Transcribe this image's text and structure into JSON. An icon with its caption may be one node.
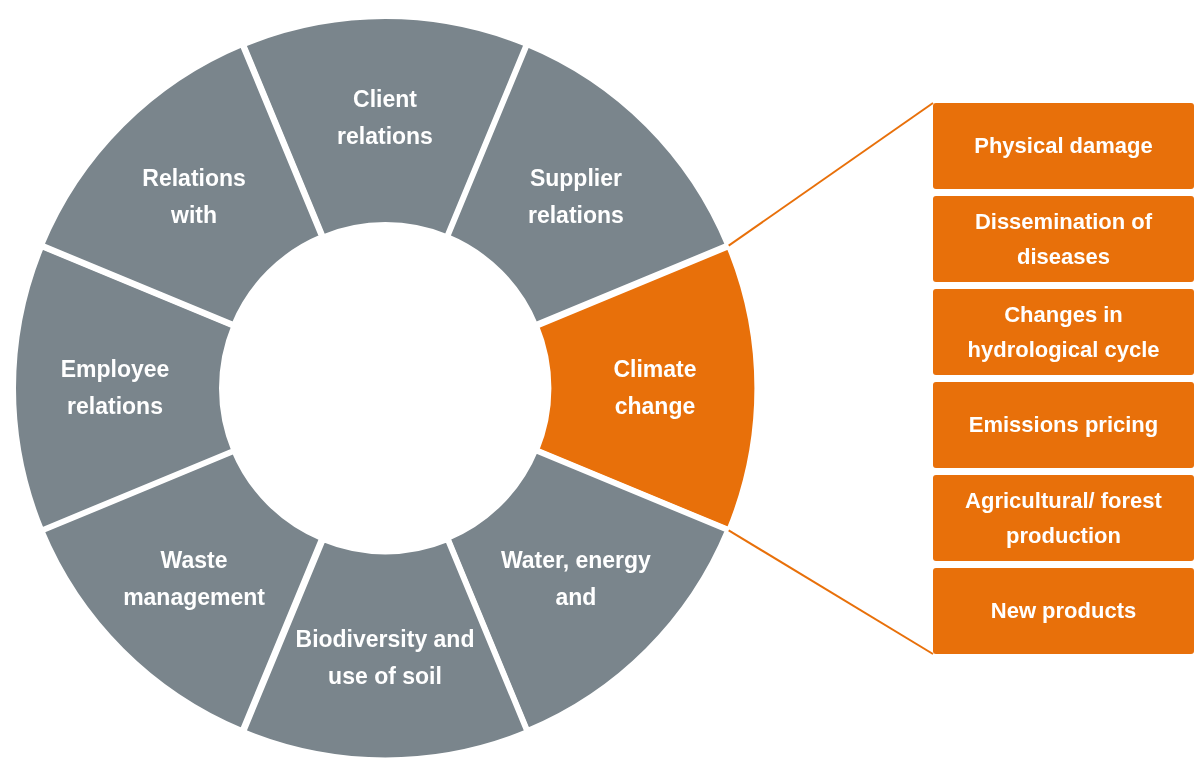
{
  "diagram": {
    "nodes": [
      {
        "text": [
          "Client relations"
        ]
      },
      {
        "text": [
          "Supplier relations"
        ]
      },
      {
        "text": [
          "Climate change"
        ]
      },
      {
        "text": [
          "Water, energy and"
        ]
      },
      {
        "text": [
          "Biodiversity and use of soil"
        ]
      },
      {
        "text": [
          "Waste management"
        ]
      },
      {
        "text": [
          "Employee relations"
        ]
      },
      {
        "text": [
          "Relations with"
        ]
      },
      {
        "text": [
          "Physical damage"
        ]
      },
      {
        "text": [
          "Dissemination of diseases"
        ]
      },
      {
        "text": [
          "Changes in hydrological cycle"
        ]
      },
      {
        "text": [
          "Emissions pricing"
        ]
      },
      {
        "text": [
          "Agricultural/ forest production"
        ]
      },
      {
        "text": [
          "New products"
        ]
      }
    ],
    "edges": [
      {
        "from": 2,
        "to": 8,
        "arrow": "none",
        "color": "#e8700a"
      },
      {
        "from": 2,
        "to": 13,
        "arrow": "none",
        "color": "#e8700a"
      }
    ]
  }
}
